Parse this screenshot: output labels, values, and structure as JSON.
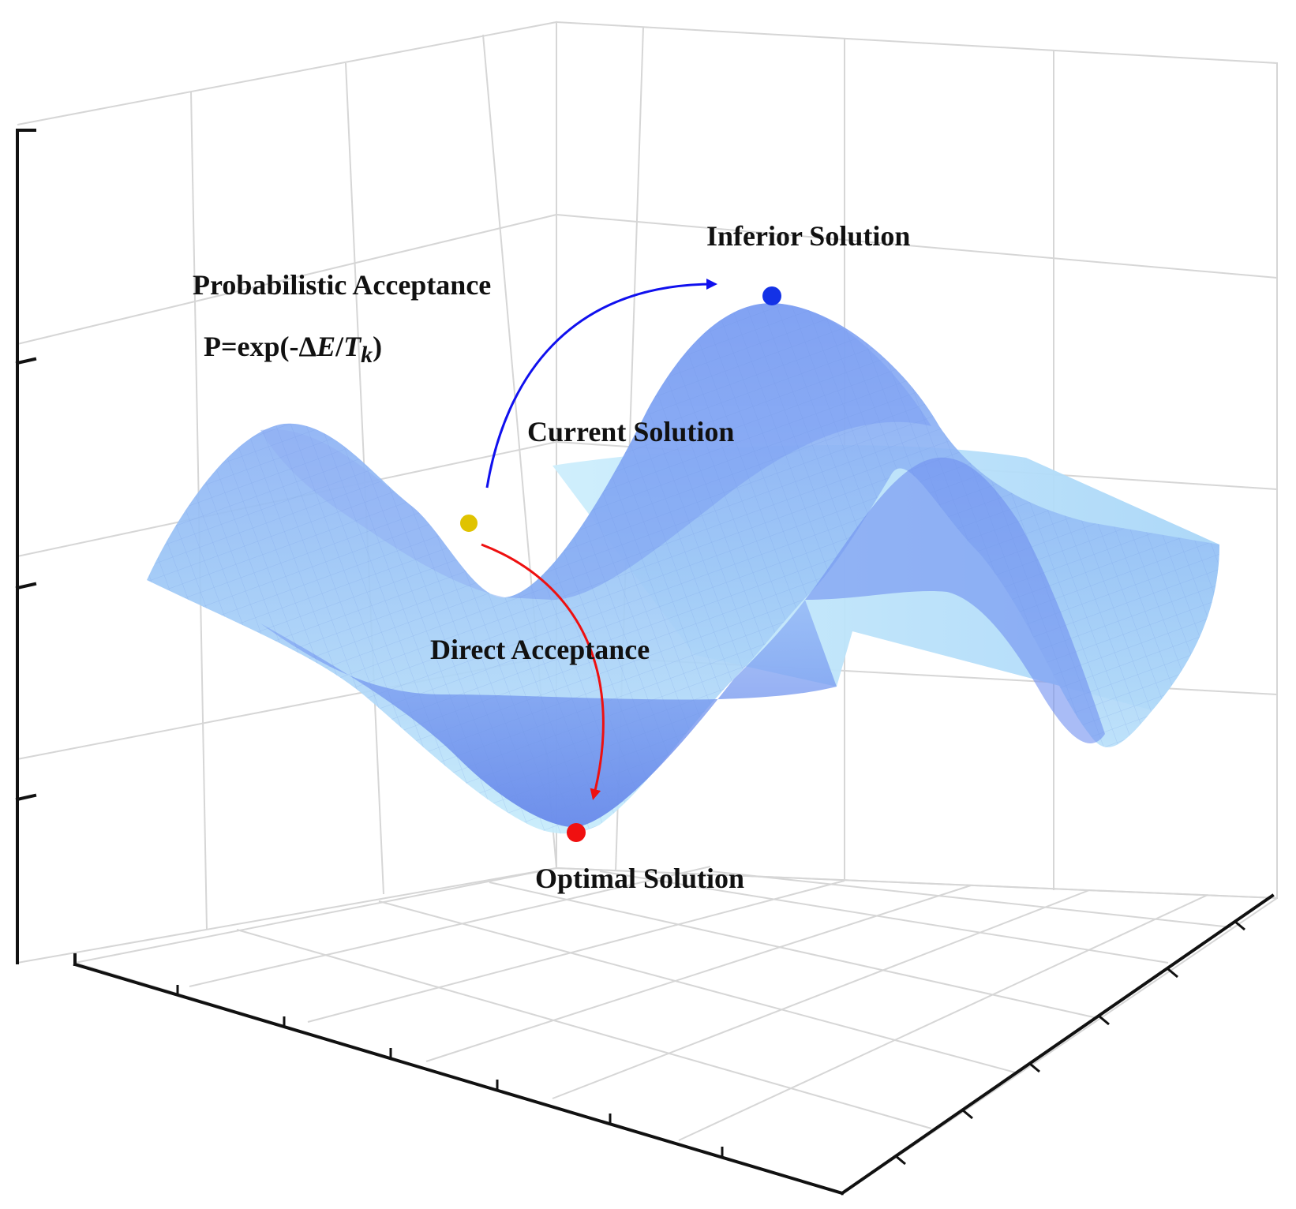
{
  "labels": {
    "inferior": "Inferior Solution",
    "probabilistic": "Probabilistic Acceptance",
    "formula_prefix": "P=exp(-Δ",
    "formula_E": "E",
    "formula_slash": "/",
    "formula_T": "T",
    "formula_k": "k",
    "formula_close": ")",
    "current": "Current Solution",
    "direct": "Direct Acceptance",
    "optimal": "Optimal Solution"
  },
  "colors": {
    "surface_light": "#c4ecfb",
    "surface_mid": "#93b9f6",
    "surface_deep": "#4f6fe6",
    "inferior_point": "#1432e6",
    "current_point": "#e0c300",
    "optimal_point": "#f01010",
    "probabilistic_arrow": "#1010ee",
    "direct_arrow": "#ee1010",
    "grid": "#d6d6d6",
    "axis": "#111111"
  }
}
